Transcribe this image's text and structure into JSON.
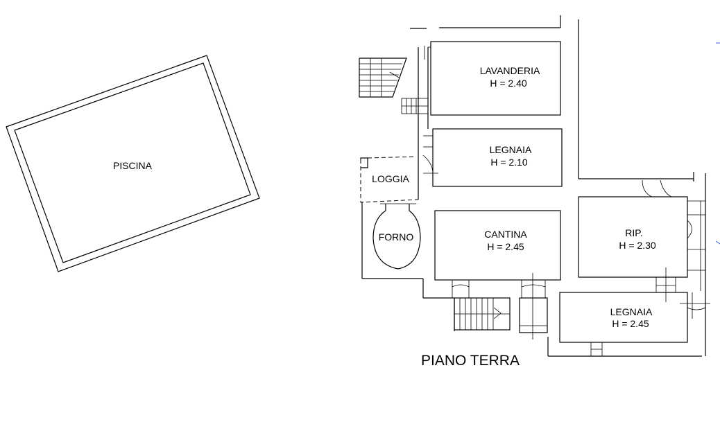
{
  "plan": {
    "title": "PIANO TERRA",
    "rooms": [
      {
        "id": "piscina",
        "name": "PISCINA",
        "height": ""
      },
      {
        "id": "lavanderia",
        "name": "LAVANDERIA",
        "height": "H = 2.40"
      },
      {
        "id": "legnaia-1",
        "name": "LEGNAIA",
        "height": "H = 2.10"
      },
      {
        "id": "loggia",
        "name": "LOGGIA",
        "height": ""
      },
      {
        "id": "forno",
        "name": "FORNO",
        "height": ""
      },
      {
        "id": "cantina",
        "name": "CANTINA",
        "height": "H = 2.45"
      },
      {
        "id": "rip",
        "name": "RIP.",
        "height": "H = 2.30"
      },
      {
        "id": "legnaia-2",
        "name": "LEGNAIA",
        "height": "H = 2.45"
      }
    ]
  },
  "colors": {
    "lines": "#000000",
    "background": "#ffffff",
    "accent_marks": "#3b5bdb"
  }
}
